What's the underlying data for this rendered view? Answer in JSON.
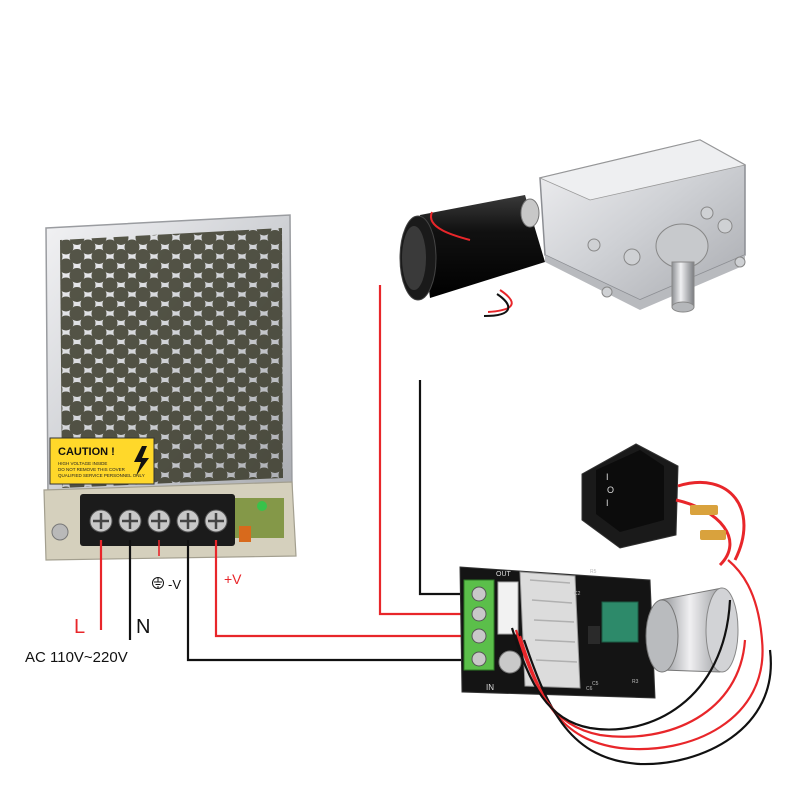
{
  "psu": {
    "caution_title": "CAUTION !",
    "caution_lines": [
      "HIGH VOLTAGE INSIDE",
      "DO NOT REMOVE THIS COVER",
      "QUALIFIED SERVICE PERSONNEL ONLY"
    ]
  },
  "labels": {
    "l": "L",
    "n": "N",
    "ac": "AC 110V~220V",
    "minus_v": "-V",
    "plus_v": "+V"
  },
  "controller": {
    "out": "OUT",
    "in": "IN",
    "r5": "R5",
    "c2": "C2",
    "c6": "C6",
    "c5": "C5",
    "r3": "R3"
  },
  "switch": {
    "symbol_on": "I",
    "symbol_off": "O"
  },
  "colors": {
    "wire_red": "#e8262a",
    "wire_black": "#111111",
    "label_red": "#e8262a",
    "pcb": "#141414",
    "terminal_green": "#5bbf4a",
    "metal": "#d9dadd",
    "caution_yellow": "#ffd82a"
  }
}
